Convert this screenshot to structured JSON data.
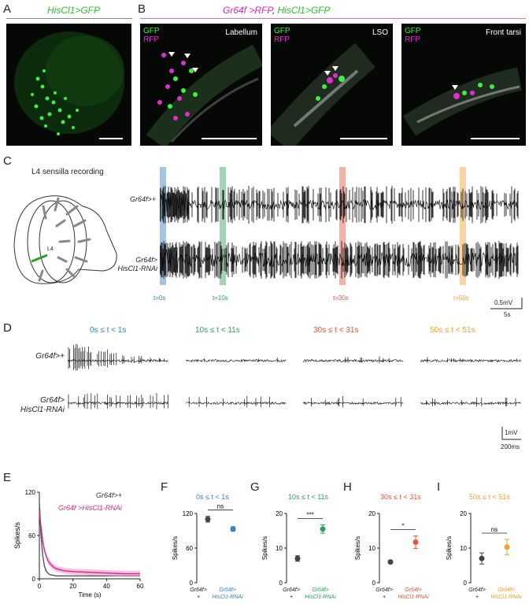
{
  "panels": {
    "A": {
      "letter": "A",
      "title": "HisCl1>GFP"
    },
    "B": {
      "letter": "B",
      "title_part1": "Gr64f >RFP",
      "title_sep": ", ",
      "title_part2": "HisCl1>GFP",
      "images": [
        {
          "channel1": "GFP",
          "channel2": "RFP",
          "location": "Labellum"
        },
        {
          "channel1": "GFP",
          "channel2": "RFP",
          "location": "LSO"
        },
        {
          "channel1": "GFP",
          "channel2": "RFP",
          "location": "Front tarsi"
        }
      ]
    },
    "C": {
      "letter": "C",
      "schematic_title": "L4 sensilla recording",
      "sensilla_label": "L4",
      "rows": [
        {
          "label_line1": "Gr64f>+",
          "label_line2": ""
        },
        {
          "label_line1": "Gr64f>",
          "label_line2": "HisCl1-RNAi"
        }
      ],
      "time_markers": [
        {
          "label": "t=0s",
          "color": "#3a7fc0"
        },
        {
          "label": "t=10s",
          "color": "#2ca05a"
        },
        {
          "label": "t=30s",
          "color": "#e3563b"
        },
        {
          "label": "t=50s",
          "color": "#f0a030"
        }
      ],
      "scale_v": "0.5mV",
      "scale_t": "5s"
    },
    "D": {
      "letter": "D",
      "windows": [
        {
          "label": "0s ≤ t < 1s",
          "color": "#3a7fc0"
        },
        {
          "label": "10s ≤ t < 11s",
          "color": "#2ca05a"
        },
        {
          "label": "30s ≤ t < 31s",
          "color": "#e3563b"
        },
        {
          "label": "50s ≤ t < 51s",
          "color": "#f0a030"
        }
      ],
      "rows": [
        {
          "label_line1": "Gr64f>+",
          "label_line2": ""
        },
        {
          "label_line1": "Gr64f>",
          "label_line2": "HisCl1-RNAi"
        }
      ],
      "scale_v": "1mV",
      "scale_t": "200ms"
    },
    "E": {
      "letter": "E",
      "legend1": "Gr64f>+",
      "legend2": "Gr64f >HisCl1-RNAi",
      "ylabel": "Spikes/s",
      "xlabel": "Time (s)",
      "yticks": [
        "120",
        "60",
        "0"
      ],
      "xticks": [
        "0",
        "20",
        "40",
        "60"
      ]
    },
    "F": {
      "letter": "F",
      "title": "0s ≤ t < 1s",
      "color": "#3a7fc0",
      "sig": "ns",
      "ylabel": "Spikes/s",
      "yticks": [
        "120",
        "60",
        "0"
      ]
    },
    "G": {
      "letter": "G",
      "title": "10s ≤ t < 11s",
      "color": "#2ca05a",
      "sig": "***",
      "ylabel": "Spikes/s",
      "yticks": [
        "20",
        "10",
        "0"
      ]
    },
    "H": {
      "letter": "H",
      "title": "30s ≤ t < 31s",
      "color": "#e3563b",
      "sig": "*",
      "ylabel": "Spikes/s",
      "yticks": [
        "20",
        "10",
        "0"
      ]
    },
    "I": {
      "letter": "I",
      "title": "50s ≤ t < 51s",
      "color": "#f0a030",
      "sig": "ns",
      "ylabel": "Spikes/s",
      "yticks": [
        "20",
        "10",
        "0"
      ]
    },
    "cats": {
      "ctrl_line1": "Gr64f>",
      "ctrl_line2": "+",
      "rnai_line1": "Gr64f>",
      "rnai_line2": "HisCl1-RNAi"
    }
  },
  "chart_data": [
    {
      "panel": "E",
      "type": "line",
      "xlabel": "Time (s)",
      "ylabel": "Spikes/s",
      "xlim": [
        0,
        60
      ],
      "ylim": [
        0,
        120
      ],
      "series": [
        {
          "name": "Gr64f>+",
          "color": "#555555",
          "x": [
            0,
            1,
            2,
            3,
            4,
            5,
            6,
            8,
            10,
            15,
            20,
            30,
            40,
            50,
            60
          ],
          "y": [
            105,
            60,
            32,
            18,
            11,
            8,
            6,
            5,
            4,
            4,
            4,
            4,
            4,
            4,
            4
          ]
        },
        {
          "name": "Gr64f >HisCl1-RNAi",
          "color": "#d6258a",
          "x": [
            0,
            1,
            2,
            3,
            4,
            5,
            6,
            8,
            10,
            15,
            20,
            30,
            40,
            50,
            60
          ],
          "y": [
            92,
            72,
            52,
            40,
            32,
            26,
            22,
            17,
            14,
            11,
            10,
            9,
            8,
            7,
            7
          ]
        }
      ]
    },
    {
      "panel": "F",
      "type": "scatter",
      "ylim": [
        0,
        120
      ],
      "categories": [
        "Gr64f>+",
        "Gr64f>HisCl1-RNAi"
      ],
      "values": [
        110,
        93
      ],
      "errors": [
        5,
        4
      ]
    },
    {
      "panel": "G",
      "type": "scatter",
      "ylim": [
        0,
        20
      ],
      "categories": [
        "Gr64f>+",
        "Gr64f>HisCl1-RNAi"
      ],
      "values": [
        7,
        15.5
      ],
      "errors": [
        0.8,
        1.2
      ]
    },
    {
      "panel": "H",
      "type": "scatter",
      "ylim": [
        0,
        20
      ],
      "categories": [
        "Gr64f>+",
        "Gr64f>HisCl1-RNAi"
      ],
      "values": [
        6,
        11.7
      ],
      "errors": [
        0.3,
        1.8
      ]
    },
    {
      "panel": "I",
      "type": "scatter",
      "ylim": [
        0,
        20
      ],
      "categories": [
        "Gr64f>+",
        "Gr64f>HisCl1-RNAi"
      ],
      "values": [
        7,
        10.3
      ],
      "errors": [
        1.6,
        2.2
      ]
    }
  ]
}
